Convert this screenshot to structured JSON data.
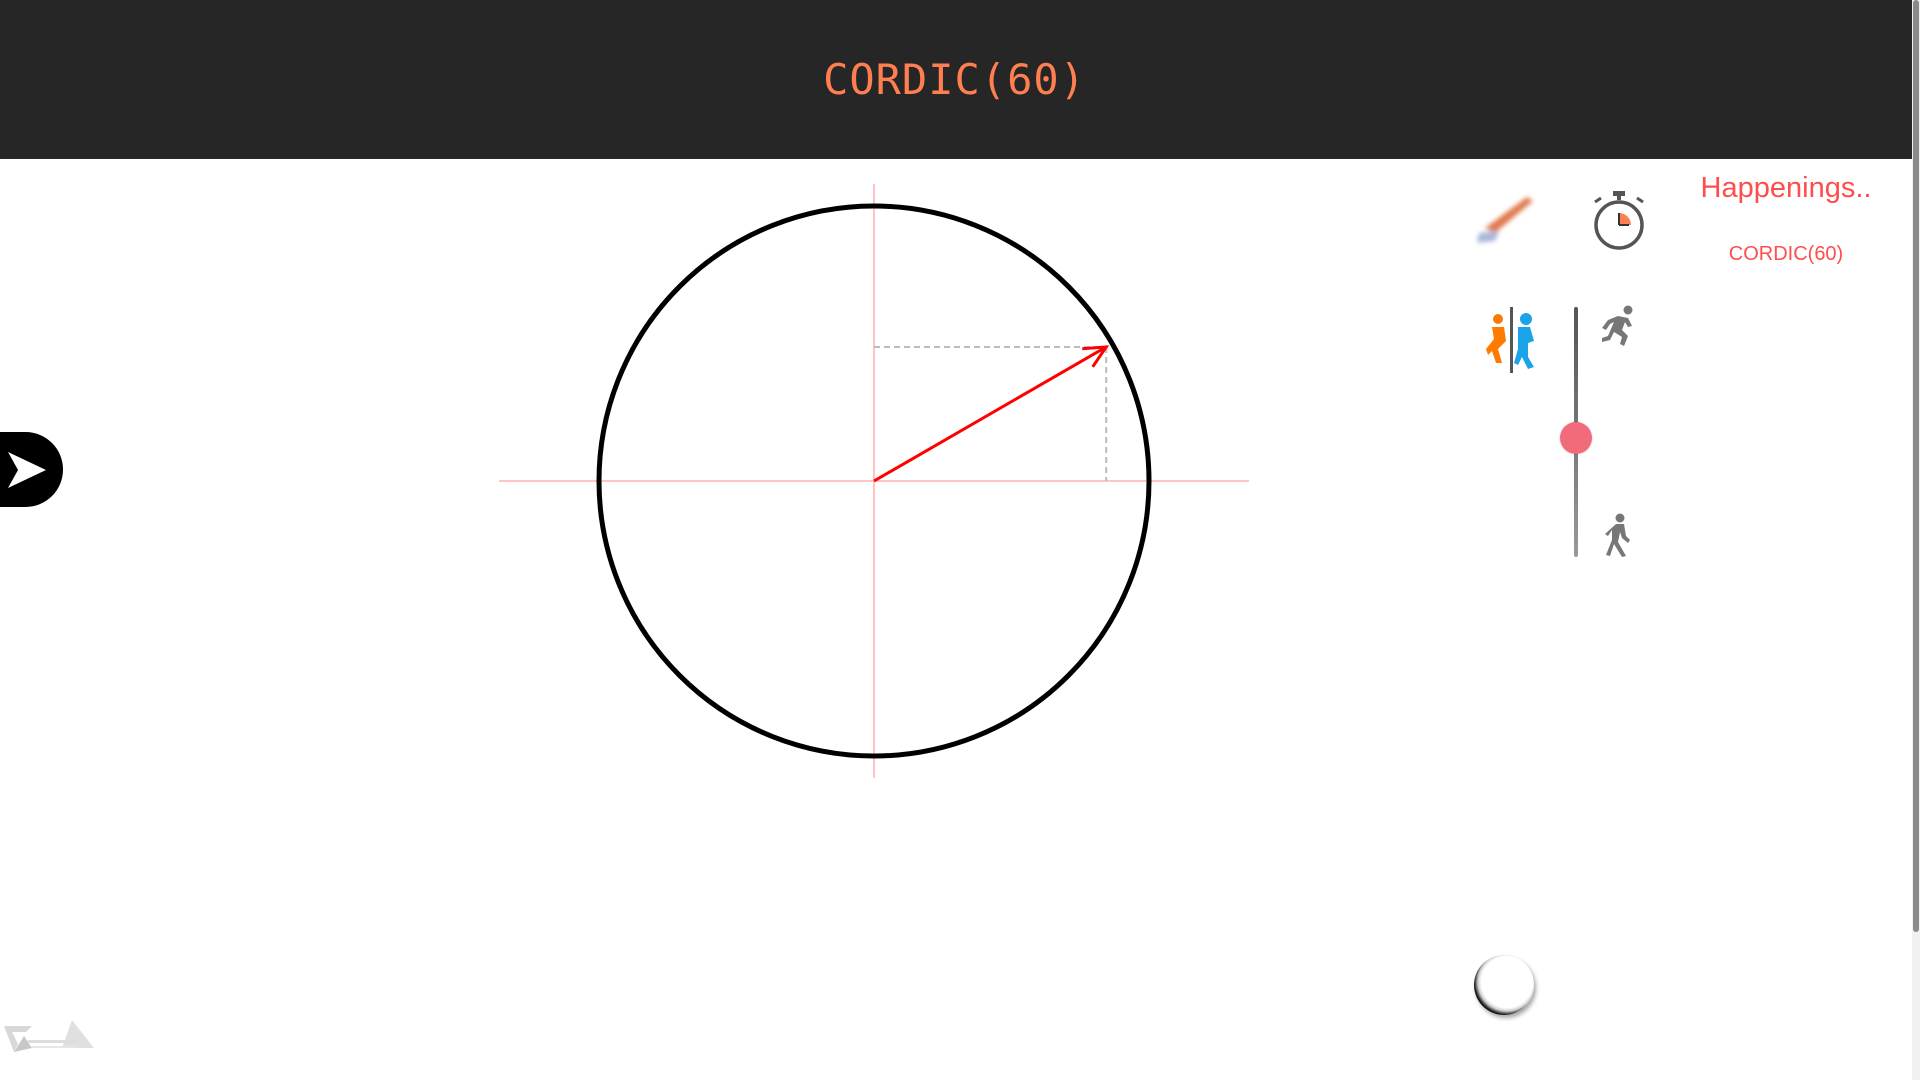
{
  "header": {
    "title": "CORDIC(60)"
  },
  "happenings": {
    "title": "Happenings..",
    "items": [
      "CORDIC(60)"
    ]
  },
  "animation": {
    "angle_degrees": 30,
    "speed_level": 0.5
  },
  "icons": {
    "side_toggle": "play-arrow-icon",
    "brush": "paintbrush-icon",
    "timer": "stopwatch-icon",
    "portal": "portal-step-icon",
    "fast": "running-icon",
    "slow": "walking-icon",
    "loading": "loading-spinner-icon",
    "logo": "logo-icon"
  },
  "colors": {
    "header_bg": "#262626",
    "title": "#ff7f50",
    "accent": "#ff4d4d",
    "vector": "#ff0000",
    "axes": "#ffb0b0",
    "circle": "#000000",
    "slider_knob": "#f26b7a"
  }
}
